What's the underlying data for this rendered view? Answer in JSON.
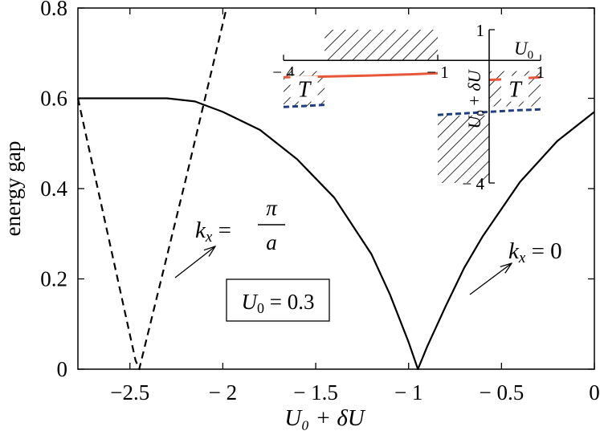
{
  "chart_data": [
    {
      "type": "line",
      "xlabel": "U₀ + δU",
      "ylabel": "energy gap",
      "xlim": [
        -2.78,
        0
      ],
      "ylim": [
        0,
        0.8
      ],
      "xticks": [
        -2.5,
        -2,
        -1.5,
        -1,
        -0.5,
        0
      ],
      "xtick_labels": [
        "−2.5",
        "− 2",
        "− 1.5",
        "− 1",
        "− 0.5",
        "0"
      ],
      "yticks": [
        0,
        0.2,
        0.4,
        0.6,
        0.8
      ],
      "ytick_labels": [
        "0",
        "0.2",
        "0.4",
        "0.6",
        "0.8"
      ],
      "grid": false,
      "series": [
        {
          "label": "k_x = 0",
          "style": "solid",
          "color": "#000000",
          "points": [
            [
              -2.78,
              0.6
            ],
            [
              -2.6,
              0.6
            ],
            [
              -2.45,
              0.6
            ],
            [
              -2.3,
              0.6
            ],
            [
              -2.15,
              0.593
            ],
            [
              -2.0,
              0.57
            ],
            [
              -1.8,
              0.53
            ],
            [
              -1.6,
              0.465
            ],
            [
              -1.4,
              0.38
            ],
            [
              -1.2,
              0.255
            ],
            [
              -1.1,
              0.165
            ],
            [
              -1.0,
              0.06
            ],
            [
              -0.95,
              0.0
            ],
            [
              -0.9,
              0.05
            ],
            [
              -0.8,
              0.14
            ],
            [
              -0.7,
              0.225
            ],
            [
              -0.6,
              0.295
            ],
            [
              -0.4,
              0.415
            ],
            [
              -0.2,
              0.505
            ],
            [
              0.0,
              0.57
            ]
          ]
        },
        {
          "label": "k_x = π/a",
          "style": "dashed",
          "color": "#000000",
          "points": [
            [
              -2.78,
              0.6
            ],
            [
              -2.47,
              0.02
            ],
            [
              -2.45,
              0.0
            ],
            [
              -2.2,
              0.42
            ],
            [
              -1.98,
              0.8
            ]
          ]
        }
      ],
      "annotations": [
        {
          "text": "k_x = 0",
          "arrow_to": [
            -0.7,
            0.165
          ]
        },
        {
          "text": "k_x = π/a",
          "arrow_to": [
            -2.15,
            0.2
          ]
        },
        {
          "text": "U₀ = 0.3",
          "boxed": true
        }
      ]
    },
    {
      "type": "inset",
      "xlabel": "U₀",
      "ylabel": "U₀ + δU",
      "xlim": [
        -4,
        1
      ],
      "ylim": [
        -4,
        1
      ],
      "xticks": [
        -4,
        -1,
        1
      ],
      "xtick_labels": [
        "− 4",
        "− 1",
        "1"
      ],
      "yticks": [
        1,
        -4
      ],
      "ytick_labels": [
        "1",
        "− 4"
      ],
      "hatched_regions": [
        {
          "x": [
            -3.2,
            -1.0
          ],
          "y": [
            0,
            1
          ]
        },
        {
          "x": [
            -4.0,
            -3.2
          ],
          "y": [
            -1.5,
            -0.35
          ],
          "label": "T"
        },
        {
          "x": [
            -1.0,
            0.0
          ],
          "y": [
            -4,
            -1.8
          ]
        },
        {
          "x": [
            0.0,
            1.0
          ],
          "y": [
            -1.5,
            -0.35
          ],
          "label": "T"
        }
      ],
      "series": [
        {
          "style": "solid",
          "color": "#e8573a",
          "segment": "left",
          "points": [
            [
              -4.0,
              -0.55
            ],
            [
              -3.2,
              -0.53
            ],
            [
              -2.4,
              -0.5
            ],
            [
              -1.6,
              -0.46
            ],
            [
              -1.0,
              -0.42
            ]
          ]
        },
        {
          "style": "solid",
          "color": "#e8573a",
          "segment": "right",
          "points": [
            [
              0.0,
              -0.64
            ],
            [
              0.5,
              -0.6
            ],
            [
              1.0,
              -0.55
            ]
          ]
        },
        {
          "style": "dashed",
          "color": "#1f3f7f",
          "segment": "left",
          "points": [
            [
              -4.0,
              -1.52
            ],
            [
              -3.6,
              -1.49
            ],
            [
              -3.2,
              -1.45
            ]
          ]
        },
        {
          "style": "dashed",
          "color": "#1f3f7f",
          "segment": "right",
          "points": [
            [
              -1.0,
              -1.78
            ],
            [
              -0.5,
              -1.73
            ],
            [
              0.0,
              -1.68
            ],
            [
              0.5,
              -1.63
            ],
            [
              1.0,
              -1.6
            ]
          ]
        }
      ]
    }
  ]
}
